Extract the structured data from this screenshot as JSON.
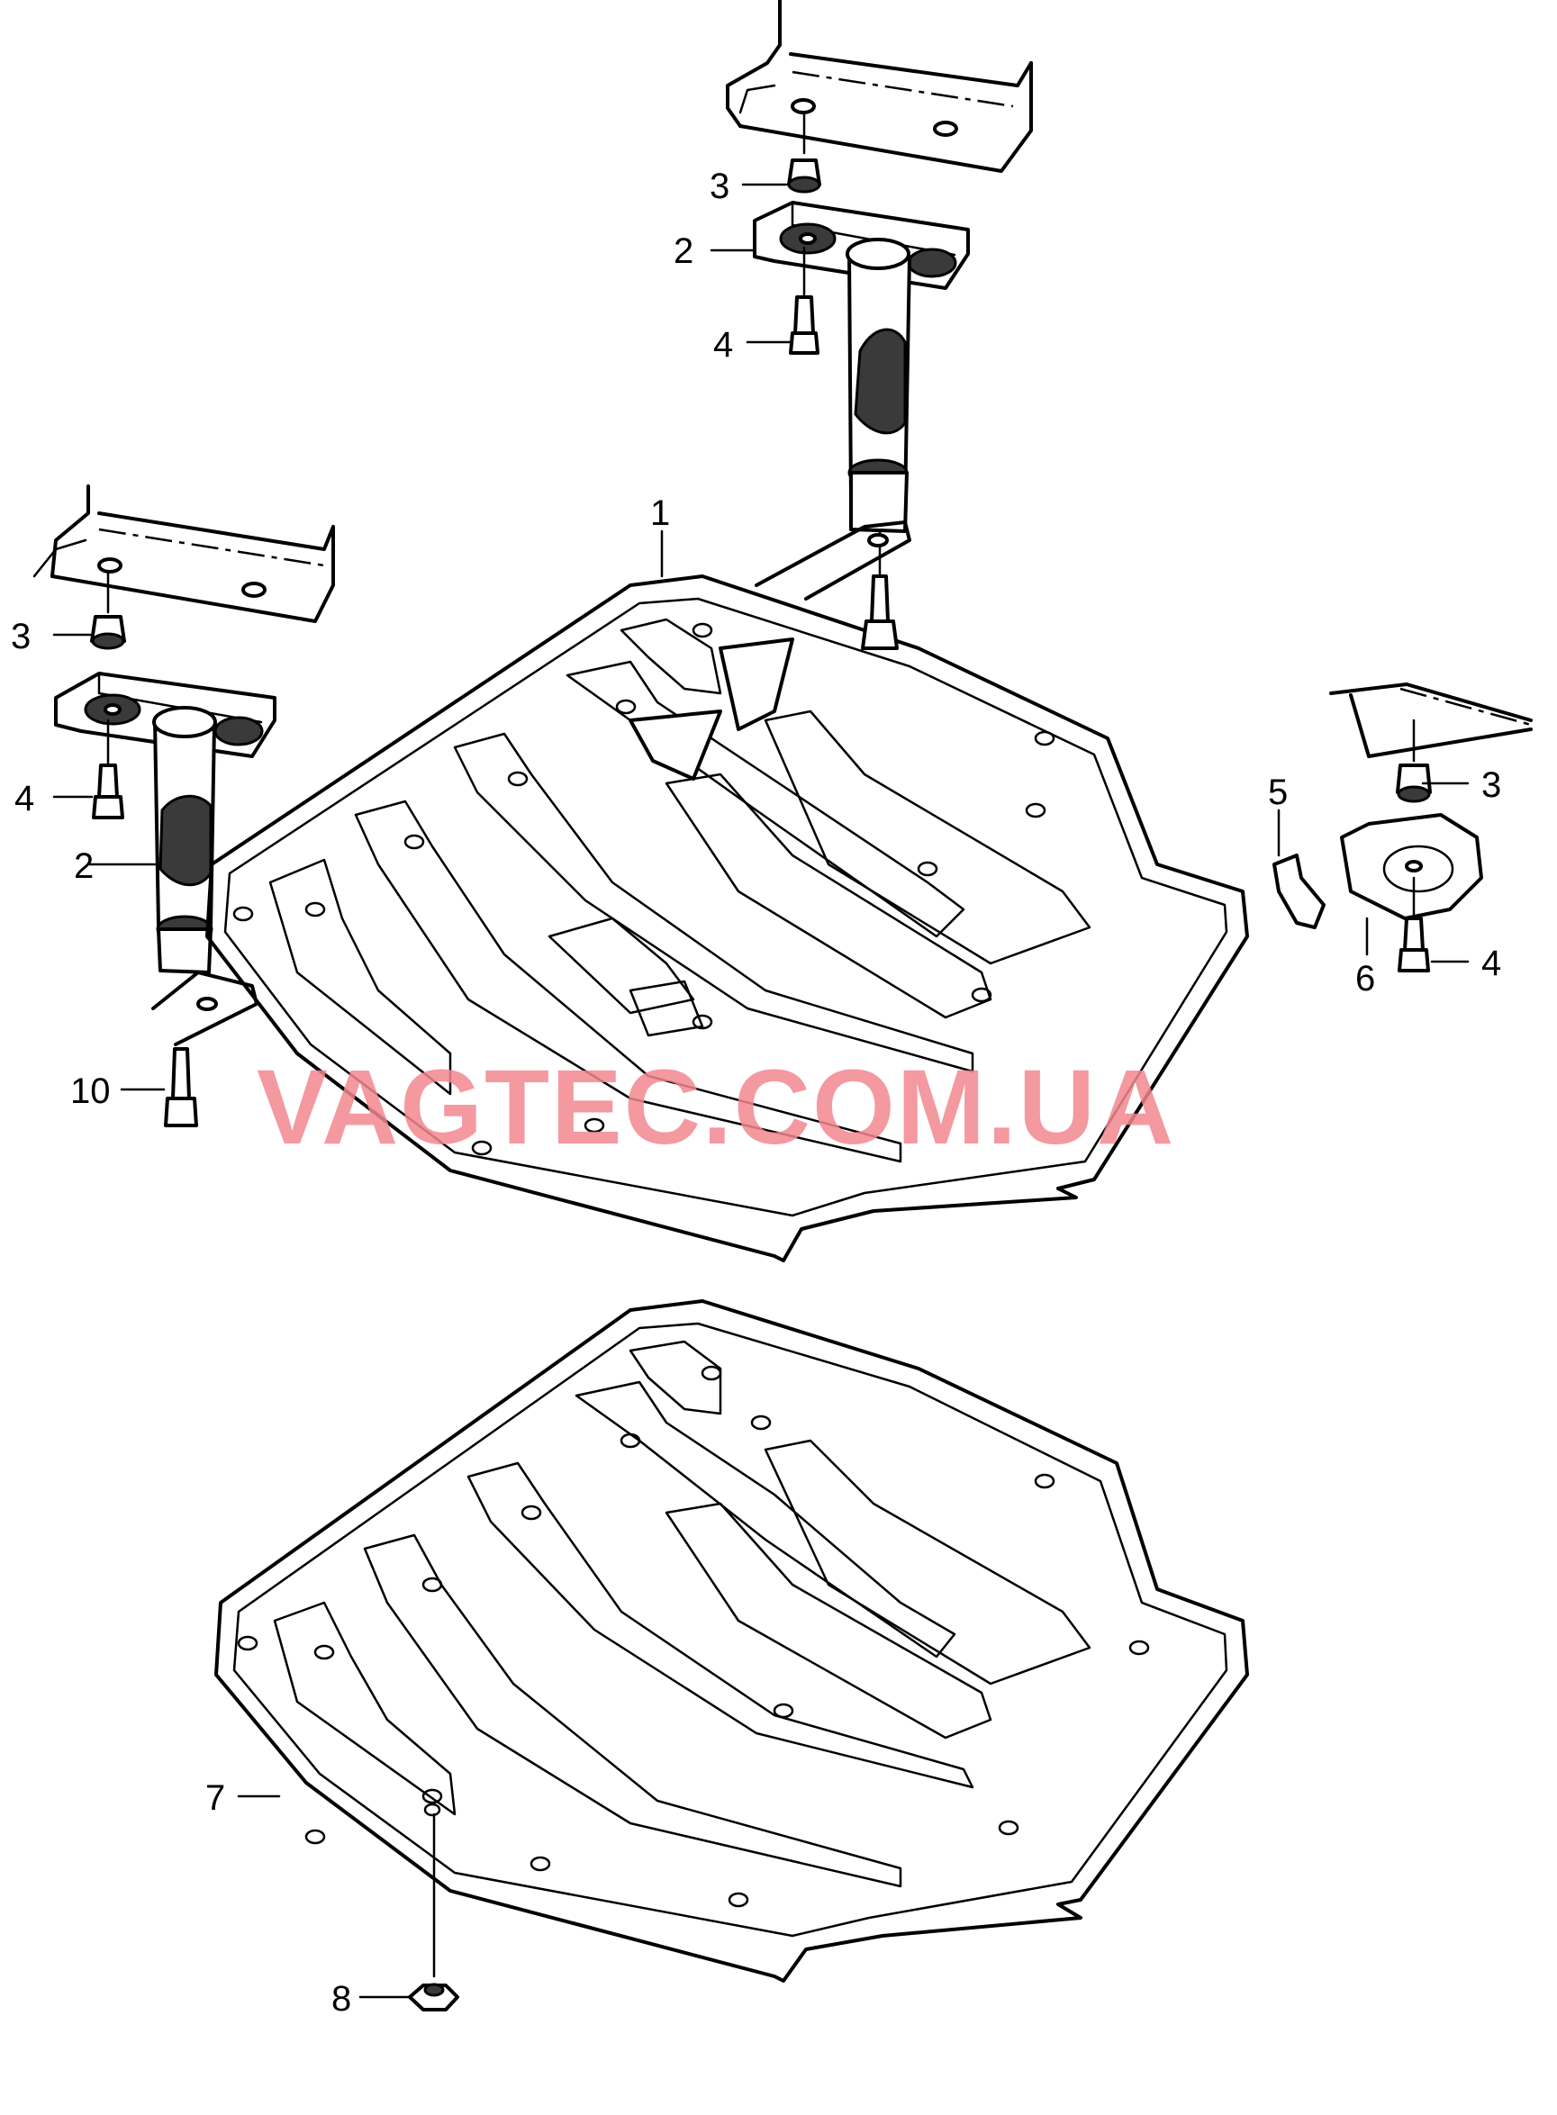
{
  "watermark": "VAGTEC.COM.UA",
  "callouts": [
    {
      "key": "c1",
      "number": "1"
    },
    {
      "key": "c2a",
      "number": "2"
    },
    {
      "key": "c2b",
      "number": "2"
    },
    {
      "key": "c3a",
      "number": "3"
    },
    {
      "key": "c3b",
      "number": "3"
    },
    {
      "key": "c3c",
      "number": "3"
    },
    {
      "key": "c4a",
      "number": "4"
    },
    {
      "key": "c4b",
      "number": "4"
    },
    {
      "key": "c4c",
      "number": "4"
    },
    {
      "key": "c5",
      "number": "5"
    },
    {
      "key": "c6",
      "number": "6"
    },
    {
      "key": "c7",
      "number": "7"
    },
    {
      "key": "c8",
      "number": "8"
    },
    {
      "key": "c10",
      "number": "10"
    }
  ],
  "colors": {
    "line": "#000000",
    "background": "#ffffff",
    "watermark": "#f3888f"
  }
}
